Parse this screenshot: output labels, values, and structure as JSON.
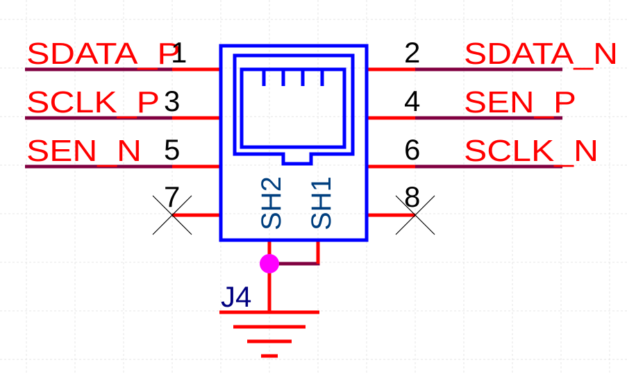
{
  "schematic": {
    "designator": "J4",
    "net_labels": {
      "sdata_p": "SDATA_P",
      "sclk_p": "SCLK_P",
      "sen_n": "SEN_N",
      "sdata_n": "SDATA_N",
      "sen_p": "SEN_P",
      "sclk_n": "SCLK_N"
    },
    "pin_numbers": {
      "p1": "1",
      "p2": "2",
      "p3": "3",
      "p4": "4",
      "p5": "5",
      "p6": "6",
      "p7": "7",
      "p8": "8"
    },
    "shield_pins": {
      "sh1": "SH1",
      "sh2": "SH2"
    },
    "colors": {
      "pin": "#ff0000",
      "wire": "#800040",
      "body": "#0000ff",
      "net_label": "#ff0000",
      "pin_number": "#000000",
      "shield_label": "#003f7f",
      "designator": "#000080",
      "junction": "#ff00ff",
      "no_connect": "#000000",
      "grid": "#e6e6e6"
    }
  }
}
